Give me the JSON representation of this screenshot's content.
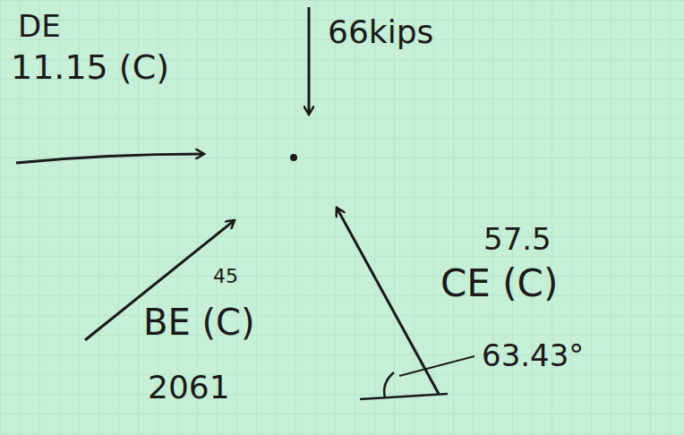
{
  "diagram": {
    "labels": [
      "DE",
      "11.15 (C)",
      "66kips",
      "45",
      "BE (C)",
      "2061",
      "57.5",
      "CE (C)",
      "63.43°"
    ]
  }
}
